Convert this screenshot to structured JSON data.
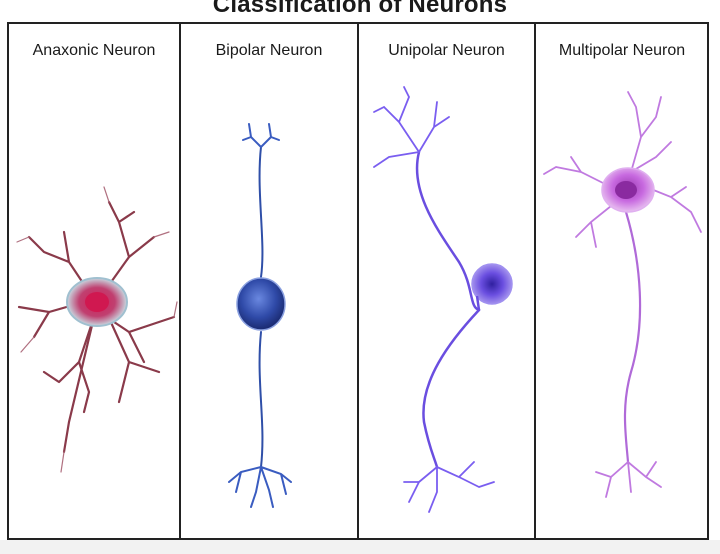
{
  "title": "Classification of Neurons",
  "columns": [
    {
      "label": "Anaxonic Neuron",
      "color": "#9a4a5a",
      "soma": "#c0305a"
    },
    {
      "label": "Bipolar Neuron",
      "color": "#2f4fa8",
      "soma": "#3a5cc0"
    },
    {
      "label": "Unipolar Neuron",
      "color": "#6a4ee0",
      "soma": "#5a3ad0"
    },
    {
      "label": "Multipolar Neuron",
      "color": "#b06ad8",
      "soma": "#c04ad8"
    }
  ]
}
